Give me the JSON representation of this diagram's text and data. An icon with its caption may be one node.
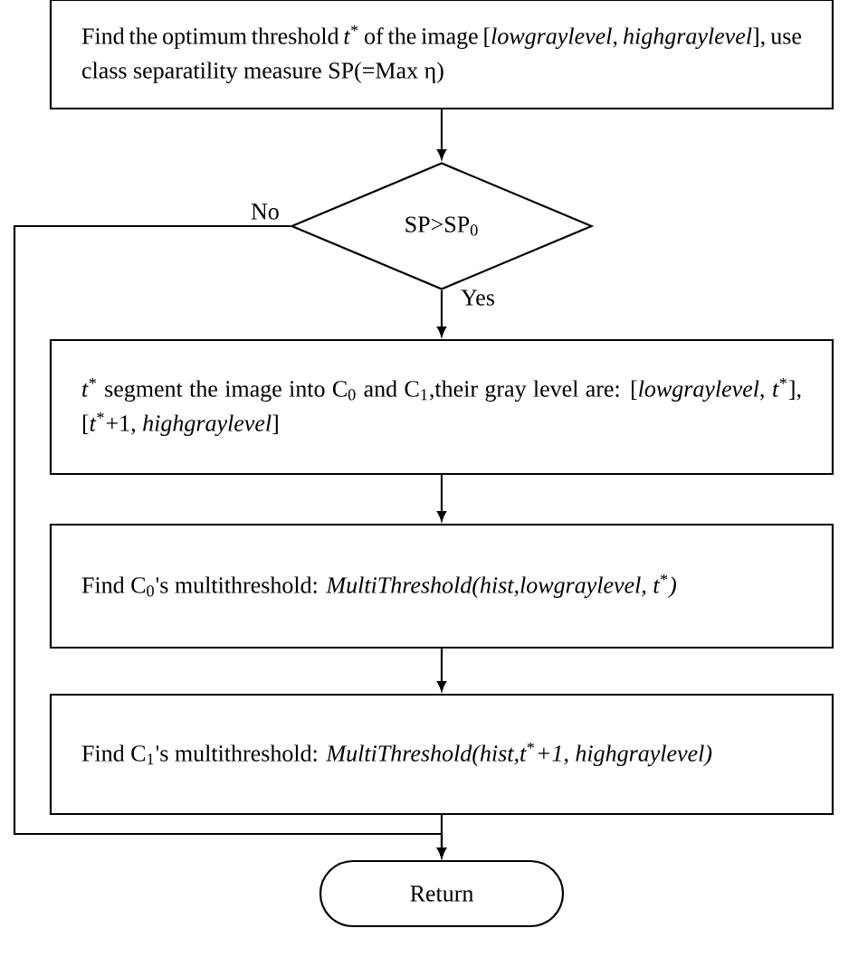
{
  "diagram": {
    "nodes": [
      {
        "text": [
          "Find the optimum threshold *t*$^{*}$ of the image [*lowgraylevel, highgraylevel*], use class separatility measure SP(=Max η)"
        ]
      },
      {
        "text": [
          "SP>SP$_{0}$"
        ]
      },
      {
        "text": [
          "*t*$^{*}$ segment the image into C$_{0}$ and C$_{1}$,their gray level are: [*lowgraylevel*, *t*$^{*}$], [*t*$^{*}$+1, *highgraylevel*]"
        ]
      },
      {
        "text": [
          "Find C$_{0}$'s multithreshold: *MultiThreshold(hist,lowgraylevel, t*$^{*}$*)*"
        ]
      },
      {
        "text": [
          "Find C$_{1}$'s multithreshold: *MultiThreshold(hist,t*$^{*}$*+1, highgraylevel)*"
        ]
      },
      {
        "text": [
          "Return"
        ]
      }
    ],
    "edges": [
      {
        "from": 0,
        "to": 1,
        "arrow": "to"
      },
      {
        "from": 1,
        "to": 2,
        "arrow": "to",
        "label": "Yes"
      },
      {
        "from": 2,
        "to": 3,
        "arrow": "to"
      },
      {
        "from": 3,
        "to": 4,
        "arrow": "to"
      },
      {
        "from": 4,
        "to": 5,
        "arrow": "to"
      },
      {
        "from": 1,
        "to": 5,
        "arrow": "to",
        "label": "No"
      }
    ]
  }
}
